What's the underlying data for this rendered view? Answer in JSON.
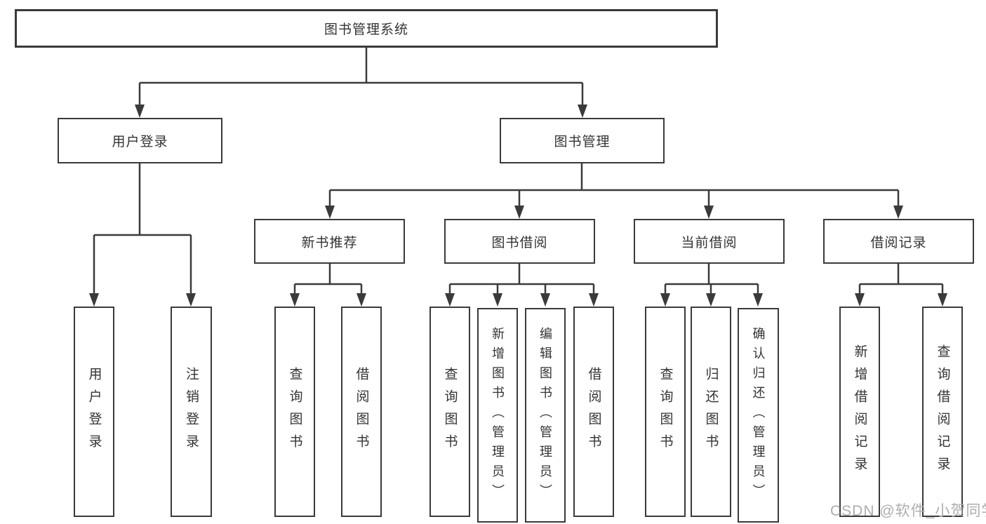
{
  "tree": {
    "root": {
      "label": "图书管理系统",
      "children": [
        {
          "label": "用户登录",
          "children": [
            {
              "label": "用户登录"
            },
            {
              "label": "注销登录"
            }
          ]
        },
        {
          "label": "图书管理",
          "children": [
            {
              "label": "新书推荐",
              "children": [
                {
                  "label": "查询图书"
                },
                {
                  "label": "借阅图书"
                }
              ]
            },
            {
              "label": "图书借阅",
              "children": [
                {
                  "label": "查询图书"
                },
                {
                  "label": "新增图书（管理员）"
                },
                {
                  "label": "编辑图书（管理员）"
                },
                {
                  "label": "借阅图书"
                }
              ]
            },
            {
              "label": "当前借阅",
              "children": [
                {
                  "label": "查询图书"
                },
                {
                  "label": "归还图书"
                },
                {
                  "label": "确认归还（管理员）"
                }
              ]
            },
            {
              "label": "借阅记录",
              "children": [
                {
                  "label": "新增借阅记录"
                },
                {
                  "label": "查询借阅记录"
                }
              ]
            }
          ]
        }
      ]
    }
  },
  "watermark": {
    "text": "CSDN @软件_小贺同学"
  },
  "colors": {
    "line": "#3a3a3a",
    "text": "#333333",
    "box-bg": "#ffffff",
    "watermark": "#adadad"
  }
}
